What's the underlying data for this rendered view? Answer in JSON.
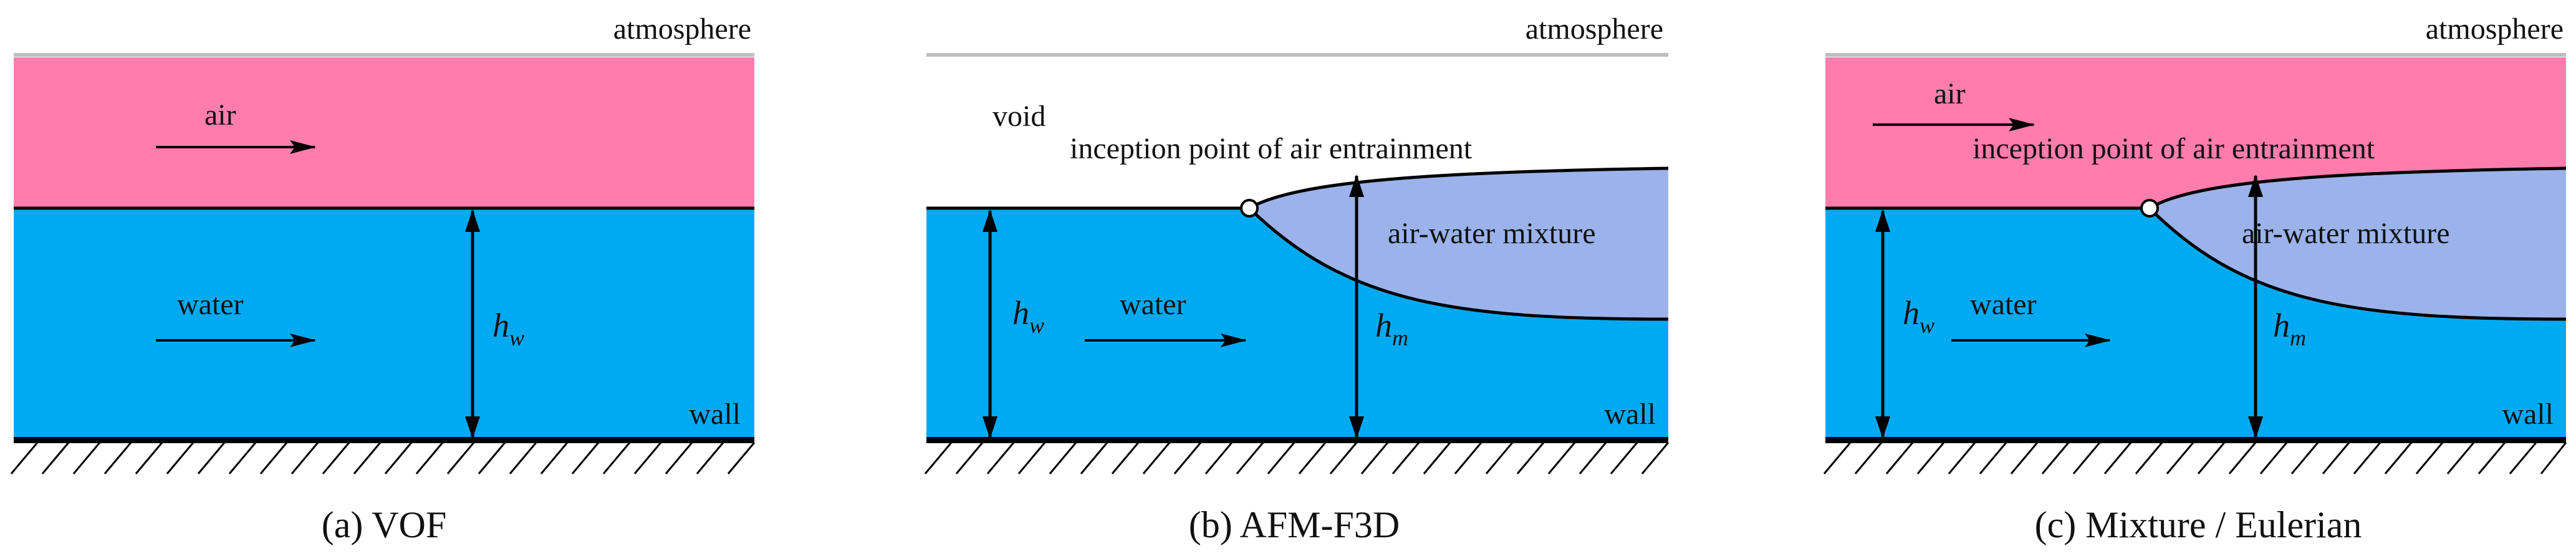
{
  "colors": {
    "air": "#FF7DAD",
    "water": "#00AAF2",
    "mixture": "#9BB3EA",
    "atmosphere_line": "#BDBDBD",
    "wall": "#000000"
  },
  "panel_a": {
    "atmosphere": "atmosphere",
    "air": "air",
    "water": "water",
    "wall": "wall",
    "h": "h",
    "h_sub": "w",
    "caption": "(a) VOF"
  },
  "panel_b": {
    "atmosphere": "atmosphere",
    "void": "void",
    "inception": "inception point of air entrainment",
    "mixture": "air-water mixture",
    "water": "water",
    "wall": "wall",
    "hw": "h",
    "hw_sub": "w",
    "hm": "h",
    "hm_sub": "m",
    "caption": "(b) AFM-F3D"
  },
  "panel_c": {
    "atmosphere": "atmosphere",
    "air": "air",
    "inception": "inception point of air entrainment",
    "mixture": "air-water mixture",
    "water": "water",
    "wall": "wall",
    "hw": "h",
    "hw_sub": "w",
    "hm": "h",
    "hm_sub": "m",
    "caption": "(c) Mixture / Eulerian"
  }
}
